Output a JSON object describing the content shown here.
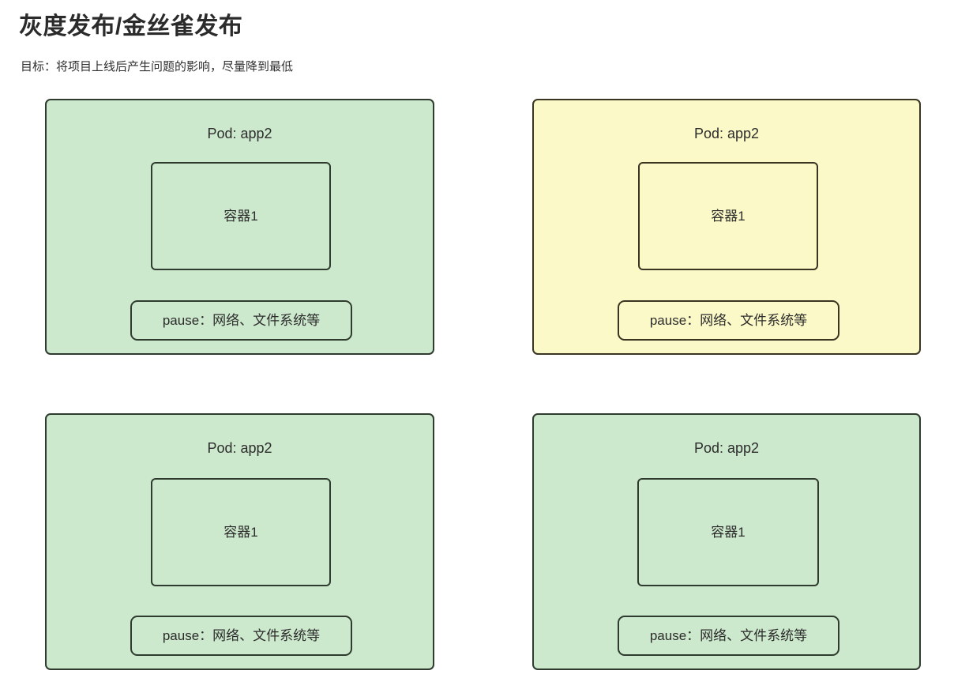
{
  "header": {
    "title": "灰度发布/金丝雀发布",
    "subtitle": "目标：将项目上线后产生问题的影响，尽量降到最低"
  },
  "colors": {
    "pod_fill_normal": "#cde9cd",
    "pod_fill_highlight": "#fbf9c7",
    "pod_border": "#2e3b2e",
    "pod_border_highlight": "#3a3520",
    "text": "#2c2c2c",
    "title": "#2b2b2b",
    "background": "#ffffff"
  },
  "pods": [
    {
      "pod_label": "Pod: app2",
      "container_label": "容器1",
      "pause_label": "pause：网络、文件系统等",
      "state": "normal"
    },
    {
      "pod_label": "Pod: app2",
      "container_label": "容器1",
      "pause_label": "pause：网络、文件系统等",
      "state": "highlight"
    },
    {
      "pod_label": "Pod: app2",
      "container_label": "容器1",
      "pause_label": "pause：网络、文件系统等",
      "state": "normal"
    },
    {
      "pod_label": "Pod: app2",
      "container_label": "容器1",
      "pause_label": "pause：网络、文件系统等",
      "state": "normal"
    }
  ]
}
